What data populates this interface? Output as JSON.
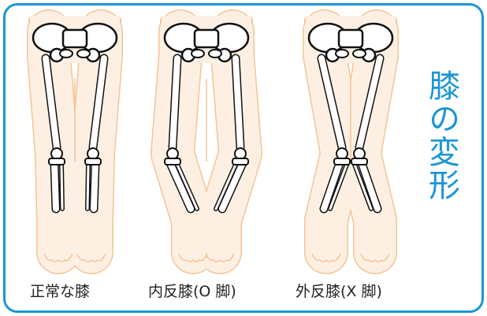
{
  "title": "膝の変形",
  "figures": [
    {
      "id": "normal",
      "label": "正常な膝"
    },
    {
      "id": "o-leg",
      "label": "内反膝(O 脚)"
    },
    {
      "id": "x-leg",
      "label": "外反膝(X 脚)"
    }
  ],
  "colors": {
    "border": "#1a96d4",
    "skin": "#fdf0e2",
    "skin_outline": "#f5c496",
    "bone_outline": "#111111"
  }
}
